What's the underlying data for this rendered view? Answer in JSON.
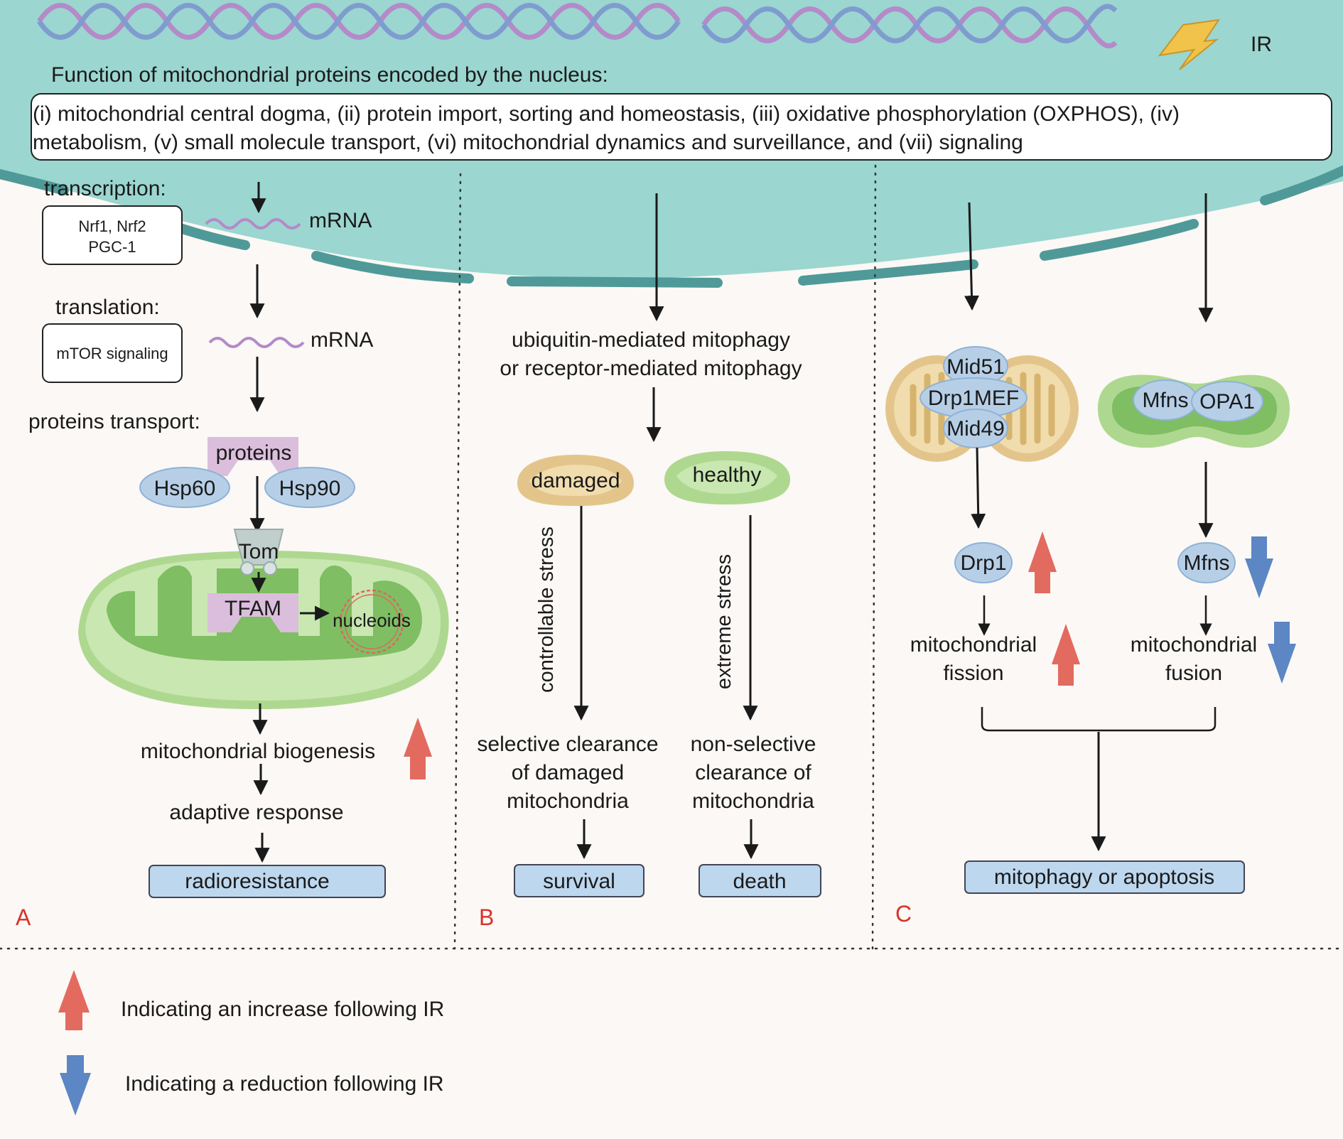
{
  "ir_label": "IR",
  "nucleus_heading": "Function of mitochondrial proteins encoded by the nucleus:",
  "functions_line1": "(i) mitochondrial central dogma, (ii) protein import, sorting and homeostasis, (iii) oxidative phosphorylation (OXPHOS), (iv)",
  "functions_line2": "metabolism, (v) small molecule transport, (vi) mitochondrial dynamics and surveillance, and (vii) signaling",
  "panel_a": {
    "letter": "A",
    "transcription_label": "transcription:",
    "transcription_box_line1": "Nrf1, Nrf2",
    "transcription_box_line2": "PGC-1",
    "mrna_1": "mRNA",
    "translation_label": "translation:",
    "translation_box": "mTOR signaling",
    "mrna_2": "mRNA",
    "transport_label": "proteins transport:",
    "proteins": "proteins",
    "hsp60": "Hsp60",
    "hsp90": "Hsp90",
    "tom": "Tom",
    "tfam": "TFAM",
    "nucleoids": "nucleoids",
    "biogenesis": "mitochondrial biogenesis",
    "adaptive": "adaptive response",
    "radioresistance": "radioresistance"
  },
  "panel_b": {
    "letter": "B",
    "mitophagy_line1": "ubiquitin-mediated mitophagy",
    "mitophagy_line2": "or receptor-mediated mitophagy",
    "damaged": "damaged",
    "healthy": "healthy",
    "controllable_stress": "controllable stress",
    "extreme_stress": "extreme stress",
    "selective_line1": "selective clearance",
    "selective_line2": "of damaged",
    "selective_line3": "mitochondria",
    "nonselective_line1": "non-selective",
    "nonselective_line2": "clearance of",
    "nonselective_line3": "mitochondria",
    "survival": "survival",
    "death": "death"
  },
  "panel_c": {
    "letter": "C",
    "mid51": "Mid51",
    "drp1mef": "Drp1MEF",
    "mid49": "Mid49",
    "mfns_top": "Mfns",
    "opa1": "OPA1",
    "drp1": "Drp1",
    "mfns": "Mfns",
    "fission_line1": "mitochondrial",
    "fission_line2": "fission",
    "fusion_line1": "mitochondrial",
    "fusion_line2": "fusion",
    "outcome": "mitophagy or apoptosis"
  },
  "legend": {
    "increase": "Indicating an increase following IR",
    "decrease": "Indicating a reduction following IR"
  },
  "colors": {
    "nucleus_fill": "#9bd6d0",
    "membrane": "#4f9a98",
    "mito_green": "#aed88f",
    "mito_orange": "#e3c58b",
    "protein_blue": "#b6cfe7",
    "box_blue": "#bdd7ee",
    "pink": "#dbbedc",
    "up_arrow": "#e36a5f",
    "down_arrow": "#5c86c4",
    "panel_letter": "#d8322a"
  }
}
